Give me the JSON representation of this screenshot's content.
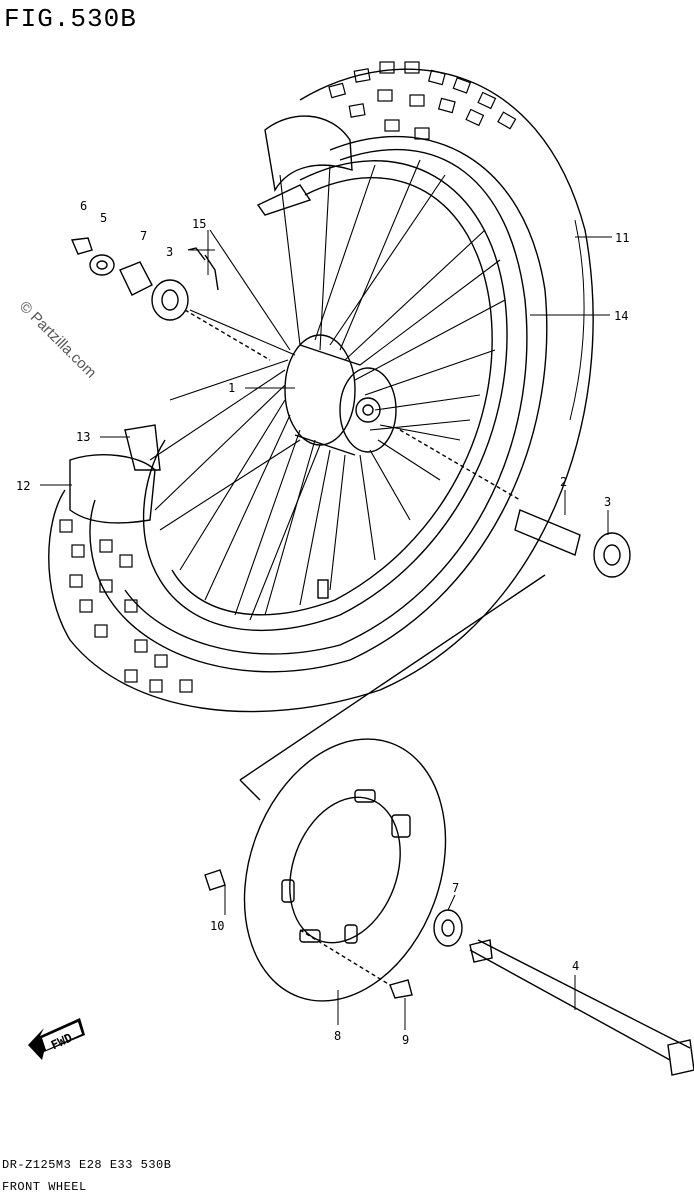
{
  "figure": {
    "title": "FIG.530B",
    "watermark": "© Partzilla.com"
  },
  "callouts": [
    "1",
    "2",
    "3",
    "3",
    "4",
    "5",
    "6",
    "7",
    "7",
    "8",
    "9",
    "10",
    "11",
    "12",
    "13",
    "14",
    "15"
  ],
  "footer": {
    "model_code": "DR-Z125M3 E28 E33 530B",
    "assembly_name": "FRONT WHEEL"
  },
  "nav": {
    "direction_label": "FWD"
  }
}
